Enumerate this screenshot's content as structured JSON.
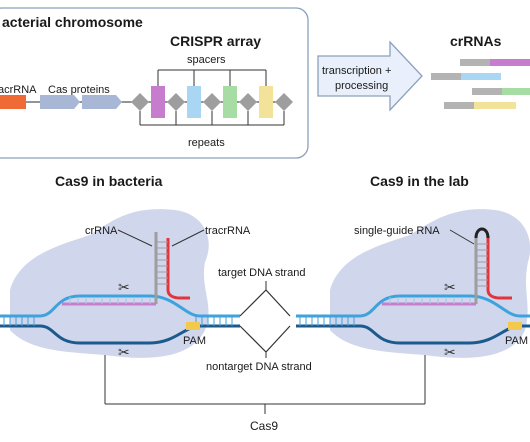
{
  "top_panel": {
    "title": "acterial chromosome",
    "tracrrna_label": "acrRNA",
    "cas_proteins_label": "Cas proteins",
    "crispr_array_title": "CRISPR array",
    "spacers_label": "spacers",
    "repeats_label": "repeats"
  },
  "arrow_block": {
    "line1": "transcription +",
    "line2": "processing"
  },
  "crrnas_title": "crRNAs",
  "left_panel": {
    "title": "Cas9 in bacteria",
    "crrna_label": "crRNA",
    "tracrrna_label": "tracrRNA",
    "pam_label": "PAM"
  },
  "right_panel": {
    "title": "Cas9 in the lab",
    "sgrna_label": "single-guide RNA",
    "pam_label": "PAM"
  },
  "center": {
    "target_label": "target DNA strand",
    "nontarget_label": "nontarget DNA strand",
    "cas9_label": "Cas9"
  },
  "colors": {
    "spacer_purple": "#c77dce",
    "spacer_blue": "#a9d6f3",
    "spacer_green": "#a7dca4",
    "spacer_yellow": "#f2e29a",
    "repeat_gray": "#9e9e9e",
    "cas_gene": "#a8b7d6",
    "tracr_gene": "#f06a36",
    "dna_light": "#3ea3dd",
    "dna_dark": "#1c5a8e",
    "protein": "#c8d0ea",
    "tracr_red": "#e2343a",
    "pam_yellow": "#f2c94c"
  }
}
